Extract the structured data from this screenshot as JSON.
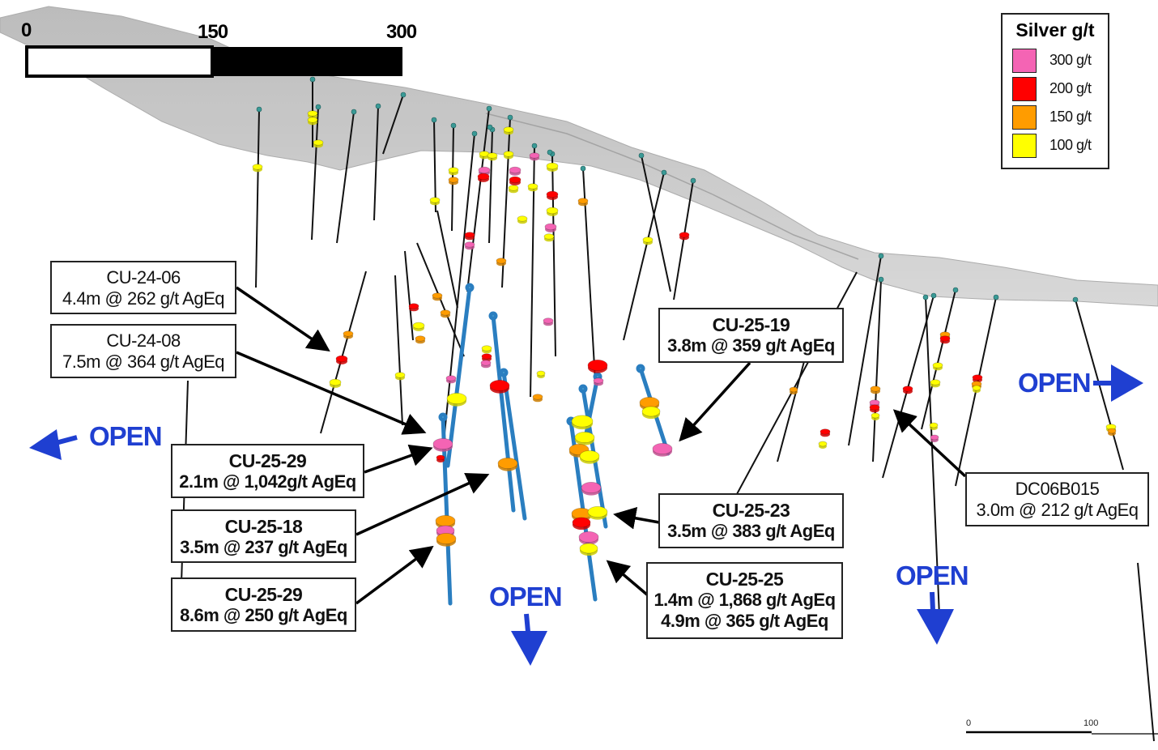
{
  "scale_bar": {
    "ticks": [
      "0",
      "150",
      "300"
    ],
    "segments": [
      {
        "from": 0,
        "to": 150,
        "fill": "#ffffff"
      },
      {
        "from": 150,
        "to": 300,
        "fill": "#000000"
      }
    ]
  },
  "mini_scale_bar": {
    "ticks": [
      "0",
      "100"
    ]
  },
  "legend": {
    "title": "Silver g/t",
    "items": [
      {
        "label": "300 g/t",
        "color": "#f464b4"
      },
      {
        "label": "200 g/t",
        "color": "#ff0000"
      },
      {
        "label": "150 g/t",
        "color": "#ff9c00"
      },
      {
        "label": "100 g/t",
        "color": "#ffff00"
      }
    ]
  },
  "colors": {
    "drill_trace_new": "#2a7ec0",
    "drill_trace_old": "#111111",
    "collar": "#3a9a96",
    "open_arrow": "#1f3fd1",
    "terrain": "#c8c8c8"
  },
  "open_labels": [
    {
      "text": "OPEN",
      "direction": "left"
    },
    {
      "text": "OPEN",
      "direction": "right"
    },
    {
      "text": "OPEN",
      "direction": "down"
    },
    {
      "text": "OPEN",
      "direction": "down"
    }
  ],
  "callouts": [
    {
      "hole": "CU-24-06",
      "intercepts": [
        "4.4m @ 262 g/t AgEq"
      ],
      "style": "regular"
    },
    {
      "hole": "CU-24-08",
      "intercepts": [
        "7.5m @ 364 g/t AgEq"
      ],
      "style": "regular"
    },
    {
      "hole": "CU-25-29",
      "intercepts": [
        "2.1m @ 1,042g/t AgEq"
      ],
      "style": "bold"
    },
    {
      "hole": "CU-25-18",
      "intercepts": [
        "3.5m @ 237 g/t AgEq"
      ],
      "style": "bold"
    },
    {
      "hole": "CU-25-29",
      "intercepts": [
        "8.6m @ 250 g/t AgEq"
      ],
      "style": "bold"
    },
    {
      "hole": "CU-25-19",
      "intercepts": [
        "3.8m @ 359 g/t AgEq"
      ],
      "style": "bold"
    },
    {
      "hole": "CU-25-23",
      "intercepts": [
        "3.5m @ 383 g/t AgEq"
      ],
      "style": "bold"
    },
    {
      "hole": "CU-25-25",
      "intercepts": [
        "1.4m @ 1,868 g/t AgEq",
        "4.9m @ 365 g/t AgEq"
      ],
      "style": "bold"
    },
    {
      "hole": "DC06B015",
      "intercepts": [
        "3.0m @ 212 g/t AgEq"
      ],
      "style": "regular"
    }
  ]
}
